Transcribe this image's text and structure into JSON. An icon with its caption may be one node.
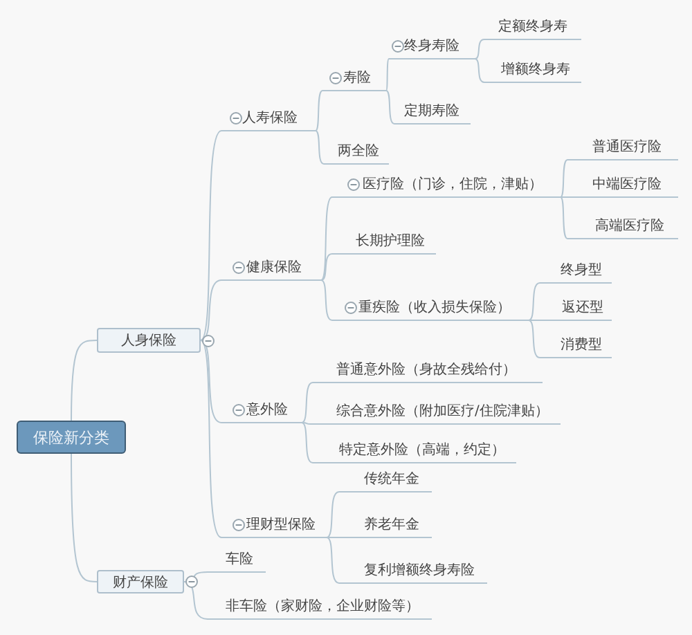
{
  "diagram": {
    "nodes": [
      {
        "text": [
          "保险新分类"
        ]
      },
      {
        "text": [
          "人身保险"
        ]
      },
      {
        "text": [
          "人寿保险"
        ]
      },
      {
        "text": [
          "寿险"
        ]
      },
      {
        "text": [
          "终身寿险"
        ]
      },
      {
        "text": [
          "定额终身寿"
        ]
      },
      {
        "text": [
          "增额终身寿"
        ]
      },
      {
        "text": [
          "定期寿险"
        ]
      },
      {
        "text": [
          "两全险"
        ]
      },
      {
        "text": [
          "健康保险"
        ]
      },
      {
        "text": [
          "医疗险（门诊，住院，津贴）"
        ]
      },
      {
        "text": [
          "普通医疗险"
        ]
      },
      {
        "text": [
          "中端医疗险"
        ]
      },
      {
        "text": [
          "高端医疗险"
        ]
      },
      {
        "text": [
          "长期护理险"
        ]
      },
      {
        "text": [
          "重疾险（收入损失保险）"
        ]
      },
      {
        "text": [
          "终身型"
        ]
      },
      {
        "text": [
          "返还型"
        ]
      },
      {
        "text": [
          "消费型"
        ]
      },
      {
        "text": [
          "意外险"
        ]
      },
      {
        "text": [
          "普通意外险（身故全残给付）"
        ]
      },
      {
        "text": [
          "综合意外险（附加医疗/住院津贴）"
        ]
      },
      {
        "text": [
          "特定意外险（高端，约定）"
        ]
      },
      {
        "text": [
          "理财型保险"
        ]
      },
      {
        "text": [
          "传统年金"
        ]
      },
      {
        "text": [
          "养老年金"
        ]
      },
      {
        "text": [
          "复利增额终身寿险"
        ]
      },
      {
        "text": [
          "财产保险"
        ]
      },
      {
        "text": [
          "车险"
        ]
      },
      {
        "text": [
          "非车险（家财险，企业财险等）"
        ]
      }
    ],
    "edges": [
      {
        "from": 0,
        "to": 1,
        "arrow": "none"
      },
      {
        "from": 1,
        "to": 2,
        "arrow": "none"
      },
      {
        "from": 2,
        "to": 3,
        "arrow": "none"
      },
      {
        "from": 3,
        "to": 4,
        "arrow": "none"
      },
      {
        "from": 4,
        "to": 5,
        "arrow": "none"
      },
      {
        "from": 4,
        "to": 6,
        "arrow": "none"
      },
      {
        "from": 3,
        "to": 7,
        "arrow": "none"
      },
      {
        "from": 2,
        "to": 8,
        "arrow": "none"
      },
      {
        "from": 1,
        "to": 9,
        "arrow": "none"
      },
      {
        "from": 9,
        "to": 10,
        "arrow": "none"
      },
      {
        "from": 10,
        "to": 11,
        "arrow": "none"
      },
      {
        "from": 10,
        "to": 12,
        "arrow": "none"
      },
      {
        "from": 10,
        "to": 13,
        "arrow": "none"
      },
      {
        "from": 9,
        "to": 14,
        "arrow": "none"
      },
      {
        "from": 9,
        "to": 15,
        "arrow": "none"
      },
      {
        "from": 15,
        "to": 16,
        "arrow": "none"
      },
      {
        "from": 15,
        "to": 17,
        "arrow": "none"
      },
      {
        "from": 15,
        "to": 18,
        "arrow": "none"
      },
      {
        "from": 1,
        "to": 19,
        "arrow": "none"
      },
      {
        "from": 19,
        "to": 20,
        "arrow": "none"
      },
      {
        "from": 19,
        "to": 21,
        "arrow": "none"
      },
      {
        "from": 19,
        "to": 22,
        "arrow": "none"
      },
      {
        "from": 1,
        "to": 23,
        "arrow": "none"
      },
      {
        "from": 23,
        "to": 24,
        "arrow": "none"
      },
      {
        "from": 23,
        "to": 25,
        "arrow": "none"
      },
      {
        "from": 23,
        "to": 26,
        "arrow": "none"
      },
      {
        "from": 0,
        "to": 27,
        "arrow": "none"
      },
      {
        "from": 27,
        "to": 28,
        "arrow": "none"
      },
      {
        "from": 27,
        "to": 29,
        "arrow": "none"
      }
    ]
  }
}
